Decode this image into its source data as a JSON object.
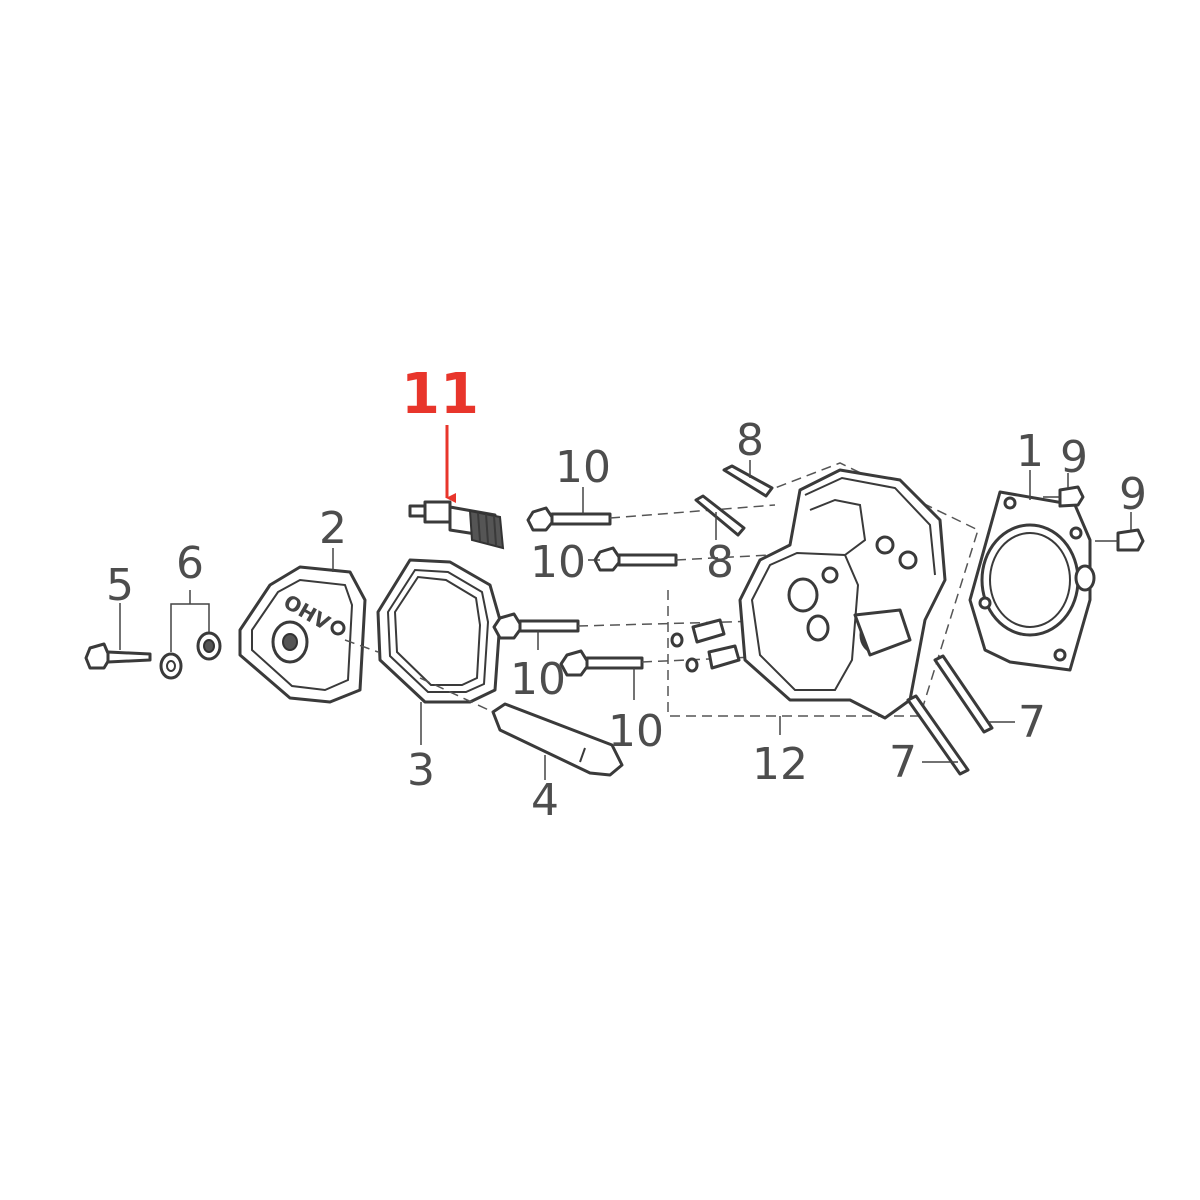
{
  "diagram": {
    "highlight_color": "#e8352b",
    "label_color": "#4d4d4d",
    "cover_logo_text": "OHV",
    "callouts": {
      "c1": "1",
      "c2": "2",
      "c3": "3",
      "c4": "4",
      "c5": "5",
      "c6": "6",
      "c7a": "7",
      "c7b": "7",
      "c8a": "8",
      "c8b": "8",
      "c9a": "9",
      "c9b": "9",
      "c10a": "10",
      "c10b": "10",
      "c10c": "10",
      "c10d": "10",
      "c11": "11",
      "c12": "12"
    }
  }
}
